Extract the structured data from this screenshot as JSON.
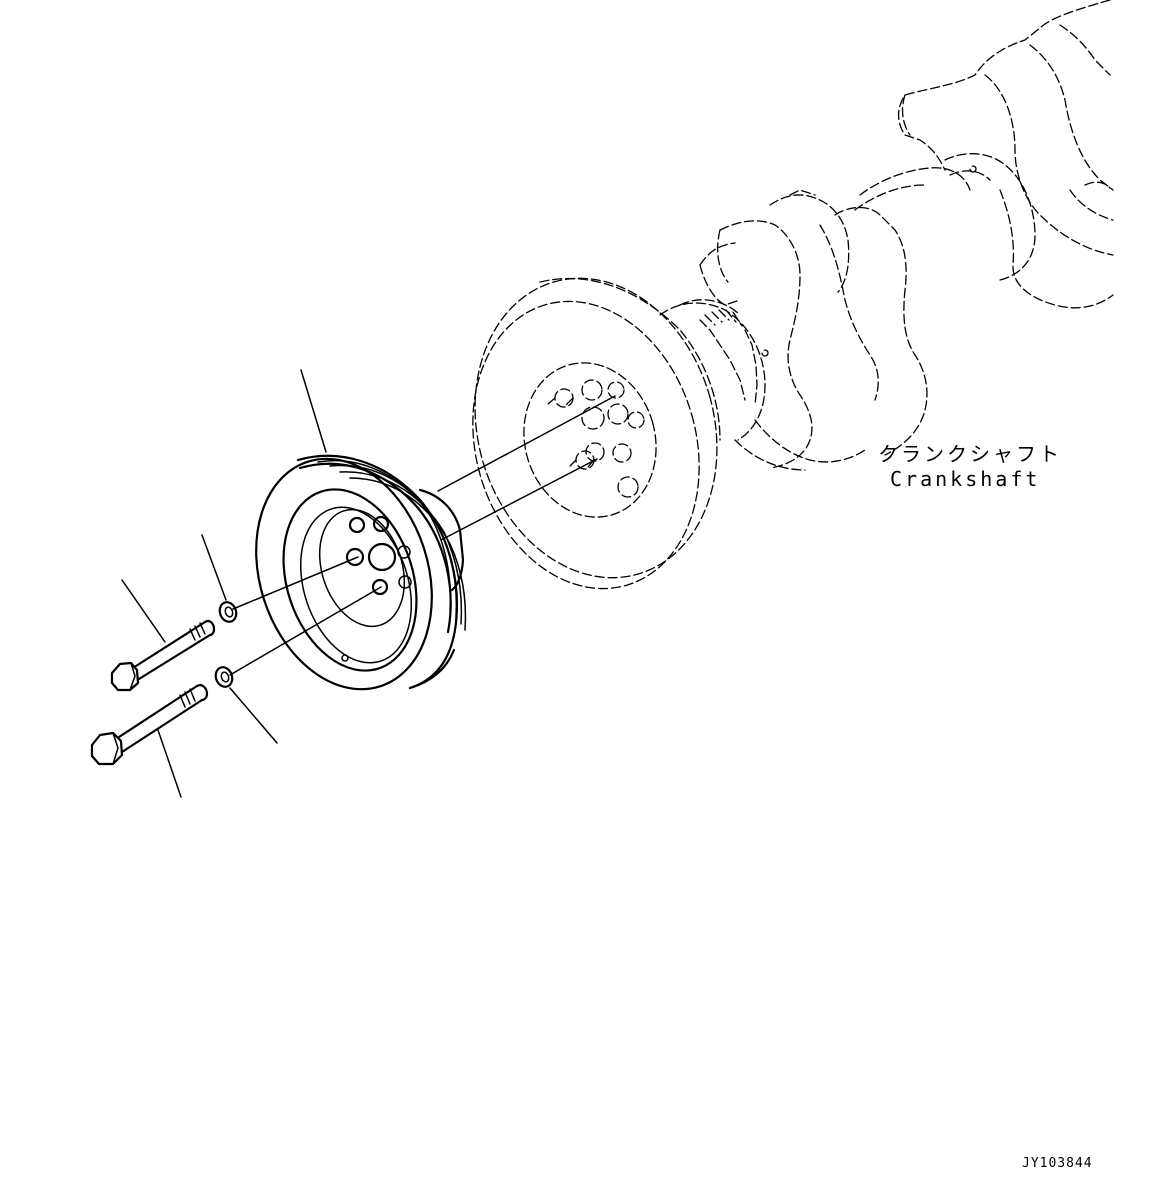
{
  "labels": {
    "crankshaft_jp": "クランクシャフト",
    "crankshaft_en": "Crankshaft",
    "drawing_id": "JY103844"
  },
  "parts": [
    {
      "id": "crankshaft",
      "style": "phantom"
    },
    {
      "id": "vibration-damper",
      "style": "phantom"
    },
    {
      "id": "crank-pulley",
      "style": "solid"
    },
    {
      "id": "washer",
      "style": "solid",
      "count": 2
    },
    {
      "id": "bolt",
      "style": "solid",
      "count": 2
    }
  ],
  "colors": {
    "line": "#000000",
    "background": "#ffffff"
  }
}
